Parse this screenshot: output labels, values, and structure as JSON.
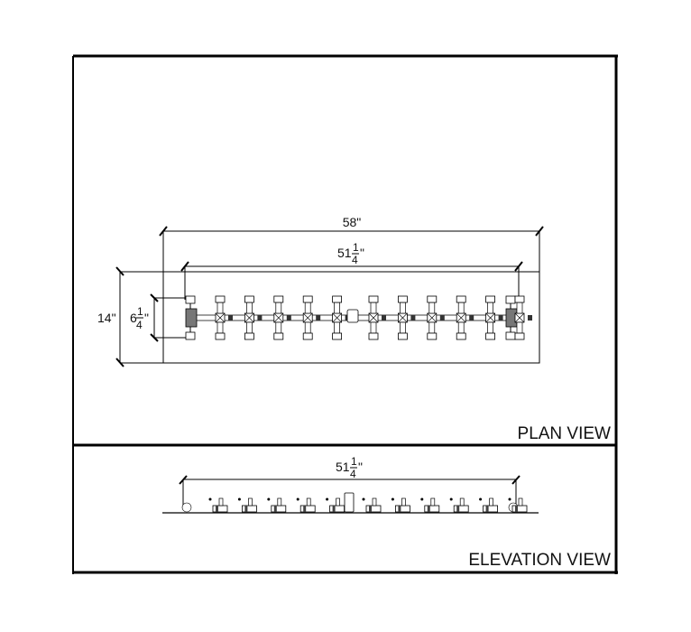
{
  "plan_view": {
    "title": "PLAN VIEW",
    "overall_length": "58\"",
    "burner_length": {
      "whole": "51",
      "num": "1",
      "den": "4",
      "unit": "\""
    },
    "overall_width": "14\"",
    "burner_width": {
      "whole": "6",
      "num": "1",
      "den": "4",
      "unit": "\""
    },
    "burner_units": 11
  },
  "elevation_view": {
    "title": "ELEVATION VIEW",
    "burner_length": {
      "whole": "51",
      "num": "1",
      "den": "4",
      "unit": "\""
    },
    "burner_units": 11
  }
}
